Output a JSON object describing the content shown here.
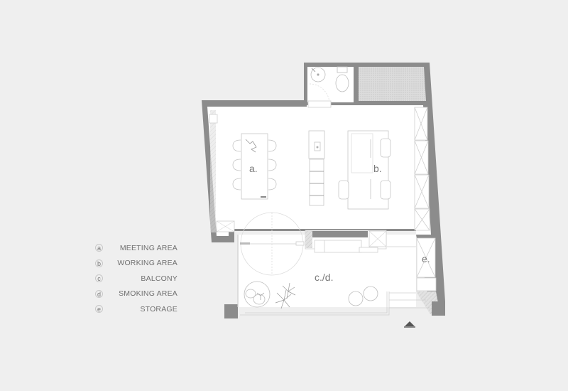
{
  "colors": {
    "background": "#efefef",
    "wall": "#8c8c8c",
    "floor": "#ffffff",
    "line": "#c9c9c9",
    "text": "#6f6f6f"
  },
  "legend": {
    "items": [
      {
        "key": "a",
        "label": "MEETING AREA"
      },
      {
        "key": "b",
        "label": "WORKING AREA"
      },
      {
        "key": "c",
        "label": "BALCONY"
      },
      {
        "key": "d",
        "label": "SMOKING AREA"
      },
      {
        "key": "e",
        "label": "STORAGE"
      }
    ]
  },
  "rooms": {
    "meeting": "a.",
    "working": "b.",
    "balcony_smoking": "c./d.",
    "storage": "e."
  },
  "icons": {
    "entrance": "entrance-arrow-icon"
  }
}
